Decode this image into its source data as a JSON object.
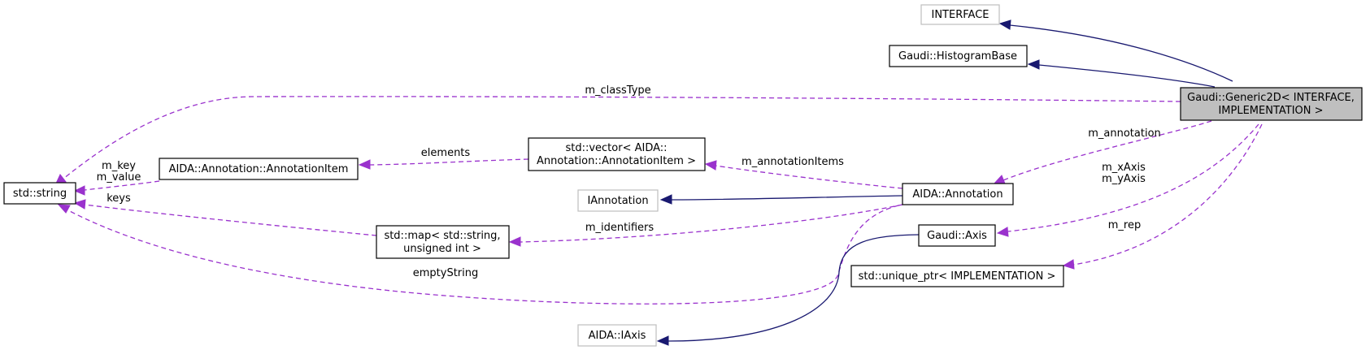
{
  "nodes": {
    "interface": "INTERFACE",
    "histogram_base": "Gaudi::HistogramBase",
    "generic2d": [
      "Gaudi::Generic2D< INTERFACE,",
      "IMPLEMENTATION >"
    ],
    "std_string": "std::string",
    "annotation_item": "AIDA::Annotation::AnnotationItem",
    "vector": [
      "std::vector< AIDA::",
      "Annotation::AnnotationItem >"
    ],
    "iannotation": "IAnnotation",
    "aida_annotation": "AIDA::Annotation",
    "map": [
      "std::map< std::string,",
      "unsigned int >"
    ],
    "gaudi_axis": "Gaudi::Axis",
    "unique_ptr": "std::unique_ptr< IMPLEMENTATION >",
    "aida_iaxis": "AIDA::IAxis"
  },
  "edges": {
    "m_classType": "m_classType",
    "m_annotation": "m_annotation",
    "m_key": "m_key",
    "m_value": "m_value",
    "elements": "elements",
    "m_annotationItems": "m_annotationItems",
    "keys": "keys",
    "m_xAxis": "m_xAxis",
    "m_yAxis": "m_yAxis",
    "m_identifiers": "m_identifiers",
    "m_rep": "m_rep",
    "emptyString": "emptyString"
  },
  "colors": {
    "inheritance": "#191970",
    "usage": "#9a32cd",
    "main_fill": "#bfbfbf",
    "external_border": "#bfbfbf"
  }
}
